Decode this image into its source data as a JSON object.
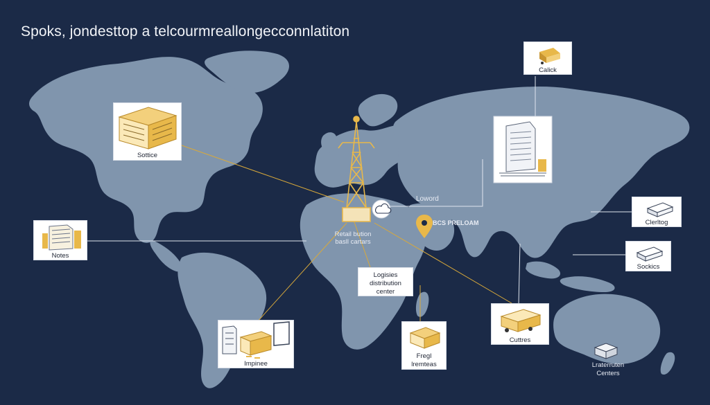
{
  "title": "Spoks, jondesttop a telcourmreallongecconnlatiton",
  "nodes": {
    "calick": {
      "label": "Calick",
      "icon": "truck-icon"
    },
    "sottice": {
      "label": "Sottice",
      "icon": "warehouse-building-icon"
    },
    "notes": {
      "label": "Notes",
      "icon": "server-rack-icon"
    },
    "clerltog": {
      "label": "Clerltog",
      "icon": "truck-icon"
    },
    "sockics": {
      "label": "Sockics",
      "icon": "truck-icon"
    },
    "logistics": {
      "line1": "Logisies",
      "line2": "distribution",
      "line3": "center"
    },
    "cuttres": {
      "label": "Cuttres",
      "icon": "truck-icon"
    },
    "fregl": {
      "line1": "Fregl",
      "line2": "lremteas",
      "icon": "warehouse-icon"
    },
    "impinee": {
      "label": "Impinee",
      "icon": "server-desktop-icon"
    },
    "data_center": {
      "icon": "server-building-icon"
    },
    "lraterruten": {
      "line1": "Lraterruten",
      "line2": "Centers",
      "icon": "server-stack-icon"
    }
  },
  "floating": {
    "retail_line1": "Retail bution",
    "retail_line2": "basll cartars",
    "loward": "Loword",
    "pin_label": "BCS PRELOAM"
  },
  "colors": {
    "background": "#1b2a47",
    "land": "#8095ad",
    "accent": "#e8b84a",
    "connector": "#d9a93a",
    "connector_white": "#dfe5ee",
    "card": "#ffffff"
  }
}
